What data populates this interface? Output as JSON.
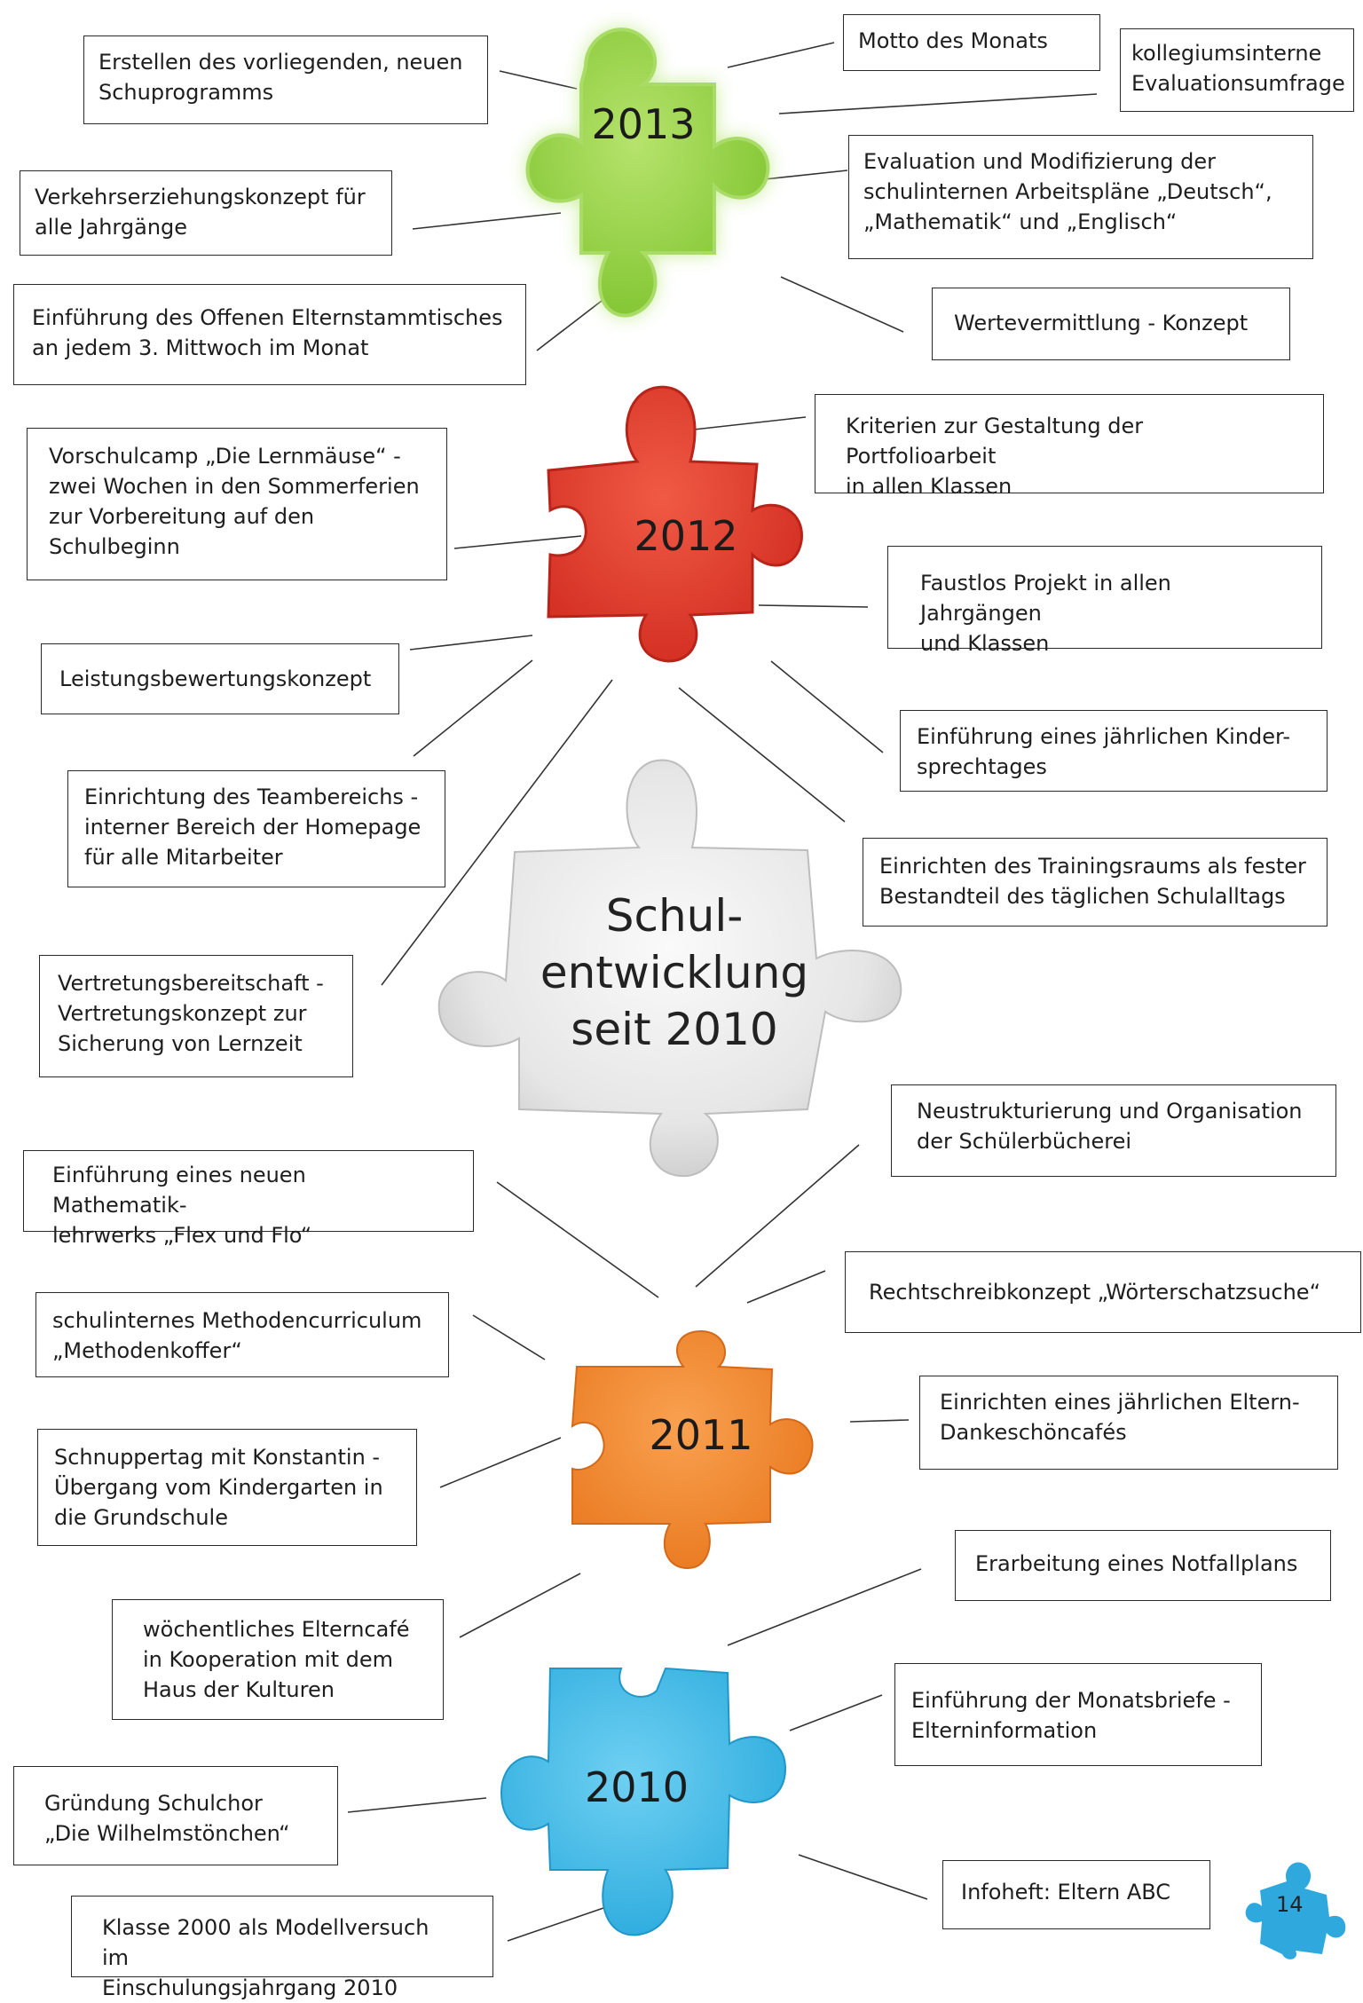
{
  "center": {
    "title": "Schul-\nentwicklung\nseit 2010"
  },
  "colors": {
    "green": "#8fcf3e",
    "red": "#e23a2c",
    "gray": "#d9d9d9",
    "orange": "#f08a2a",
    "blue": "#3fb8e6"
  },
  "pieces": {
    "y2013": "2013",
    "y2012": "2012",
    "y2011": "2011",
    "y2010": "2010"
  },
  "boxes": {
    "b1": "Erstellen des vorliegenden, neuen\nSchuprogramms",
    "b2": "Motto des Monats",
    "b3": "kollegiumsinterne\nEvaluationsumfrage",
    "b4": "Verkehrserziehungskonzept für\nalle Jahrgänge",
    "b5": "Evaluation und Modifizierung der\nschulinternen Arbeitspläne „Deutsch“,\n„Mathematik“ und „Englisch“",
    "b6": "Einführung des Offenen Elternstammtisches\nan jedem 3. Mittwoch im Monat",
    "b7": "Wertevermittlung - Konzept",
    "b8": "Kriterien zur Gestaltung der Portfolioarbeit\nin allen Klassen",
    "b9": "Vorschulcamp „Die Lernmäuse“ -\nzwei Wochen in den Sommerferien\nzur Vorbereitung auf den\nSchulbeginn",
    "b10": "Faustlos Projekt in allen Jahrgängen\nund Klassen",
    "b11": "Leistungsbewertungskonzept",
    "b12": "Einführung eines jährlichen Kinder-\nsprechtages",
    "b13": "Einrichtung des Teambereichs -\ninterner Bereich der Homepage\nfür alle Mitarbeiter",
    "b14": "Einrichten des Trainingsraums als fester\nBestandteil des täglichen Schulalltags",
    "b15": "Vertretungsbereitschaft -\nVertretungskonzept zur\nSicherung von Lernzeit",
    "b16": "Neustrukturierung und Organisation\nder Schülerbücherei",
    "b17": "Einführung eines neuen Mathematik-\nlehrwerks „Flex und Flo“",
    "b18": "Rechtschreibkonzept „Wörterschatzsuche“",
    "b19": "schulinternes Methodencurriculum\n„Methodenkoffer“",
    "b20": "Einrichten eines jährlichen Eltern-\nDankeschöncafés",
    "b21": "Schnuppertag mit Konstantin -\nÜbergang vom Kindergarten in\ndie Grundschule",
    "b22": "Erarbeitung eines Notfallplans",
    "b23": "wöchentliches Elterncafé\nin Kooperation mit dem\nHaus der Kulturen",
    "b24": "Einführung der Monatsbriefe -\nElterninformation",
    "b25": "Gründung Schulchor\n„Die Wilhelmstönchen“",
    "b26": "Infoheft: Eltern ABC",
    "b27": "Klasse 2000 als Modellversuch im\nEinschulungsjahrgang 2010"
  },
  "page_number": "14"
}
